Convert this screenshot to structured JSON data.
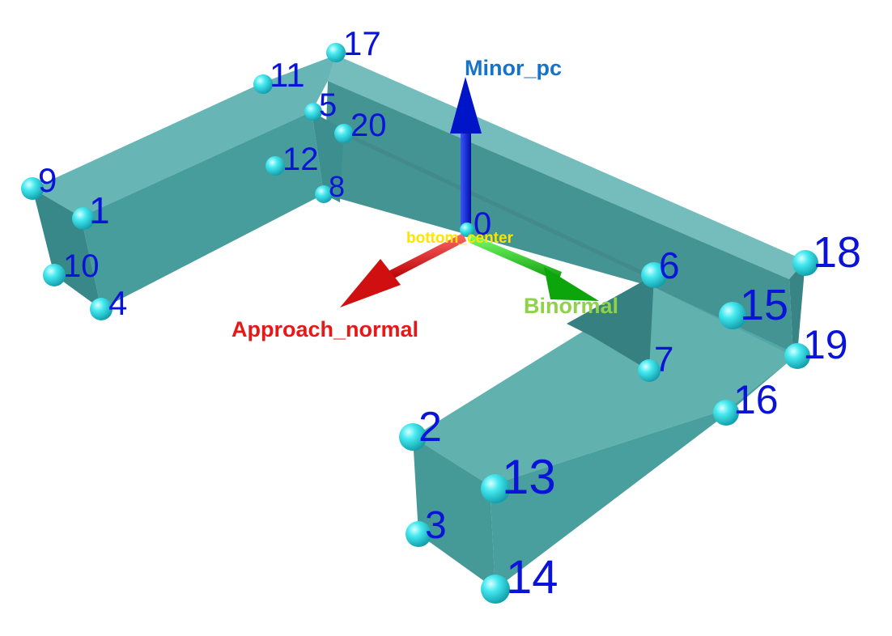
{
  "colors": {
    "face_front": "#3d9a98",
    "face_side": "#2d7e80",
    "face_top": "#4aa7a5",
    "edge": "#6bbcba",
    "marker": "#35e8ee",
    "marker_shade": "#0fa3b0",
    "number": "#0a14d8",
    "axis_z": "#0018d8",
    "axis_y": "#18c018",
    "axis_x": "#e81010"
  },
  "axes": {
    "minor_pc": {
      "label": "Minor_pc",
      "color": "#1673c8"
    },
    "binormal": {
      "label": "Binormal",
      "color": "#8ed24a"
    },
    "approach_normal": {
      "label": "Approach_normal",
      "color": "#e81818"
    }
  },
  "center": {
    "id": "0",
    "label": "bottom_center",
    "label_color": "#ffe400"
  },
  "points": [
    "1",
    "2",
    "3",
    "4",
    "5",
    "6",
    "7",
    "8",
    "9",
    "10",
    "11",
    "12",
    "13",
    "14",
    "15",
    "16",
    "17",
    "18",
    "19",
    "20"
  ]
}
